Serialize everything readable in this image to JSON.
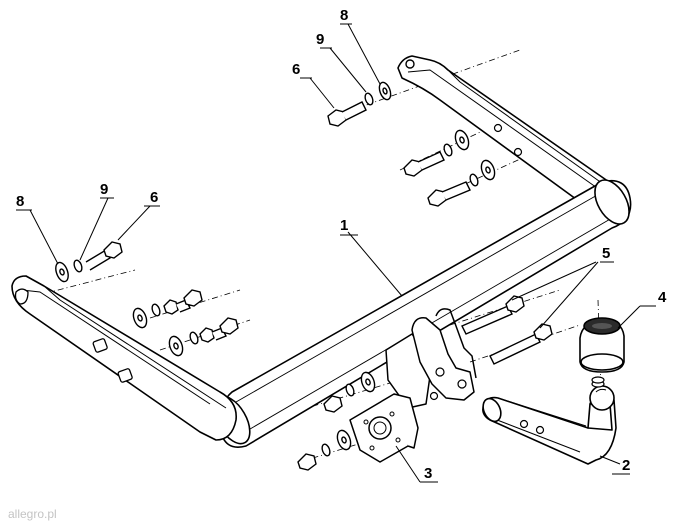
{
  "colors": {
    "line": "#000000",
    "fill": "#ffffff",
    "shade": "#e6e6e6",
    "dark": "#2b2b2b",
    "watermark": "#c4c4c4"
  },
  "callouts": [
    {
      "id": "main-bar",
      "label": "1"
    },
    {
      "id": "tow-ball",
      "label": "2"
    },
    {
      "id": "socket-plate",
      "label": "3"
    },
    {
      "id": "ball-cover",
      "label": "4"
    },
    {
      "id": "long-bolts",
      "label": "5"
    },
    {
      "id": "bolt-right",
      "label": "6"
    },
    {
      "id": "washer-right",
      "label": "8"
    },
    {
      "id": "spring-washer-right",
      "label": "9"
    },
    {
      "id": "bolt-left",
      "label": "6"
    },
    {
      "id": "washer-left",
      "label": "8"
    },
    {
      "id": "spring-washer-left",
      "label": "9"
    }
  ],
  "watermark": "allegro.pl",
  "icons": {
    "parts": "tow-bar-exploded-view"
  }
}
